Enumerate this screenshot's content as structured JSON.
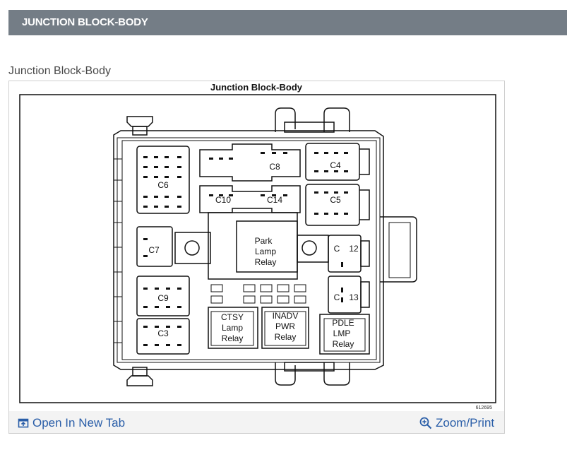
{
  "header": {
    "title": "JUNCTION BLOCK-BODY"
  },
  "caption": "Junction Block-Body",
  "diagram": {
    "title": "Junction Block-Body",
    "figure_id": "612695",
    "labels": {
      "c6": "C6",
      "c8": "C8",
      "c4": "C4",
      "c10": "C10",
      "c14": "C14",
      "c5": "C5",
      "c7": "C7",
      "c9": "C9",
      "c3": "C3",
      "c12_c": "C",
      "c12_n": "12",
      "c13_c": "C",
      "c13_n": "13",
      "park": [
        "Park",
        "Lamp",
        "Relay"
      ],
      "ctsy": [
        "CTSY",
        "Lamp",
        "Relay"
      ],
      "inadv": [
        "INADV",
        "PWR",
        "Relay"
      ],
      "pdle": [
        "PDLE",
        "LMP",
        "Relay"
      ]
    }
  },
  "footer": {
    "open_label": "Open In New Tab",
    "zoom_label": "Zoom/Print",
    "open_icon": "open-new-tab-icon",
    "zoom_icon": "magnifier-plus-icon"
  },
  "colors": {
    "header_bg": "#747d86",
    "link": "#2a5ea8"
  }
}
